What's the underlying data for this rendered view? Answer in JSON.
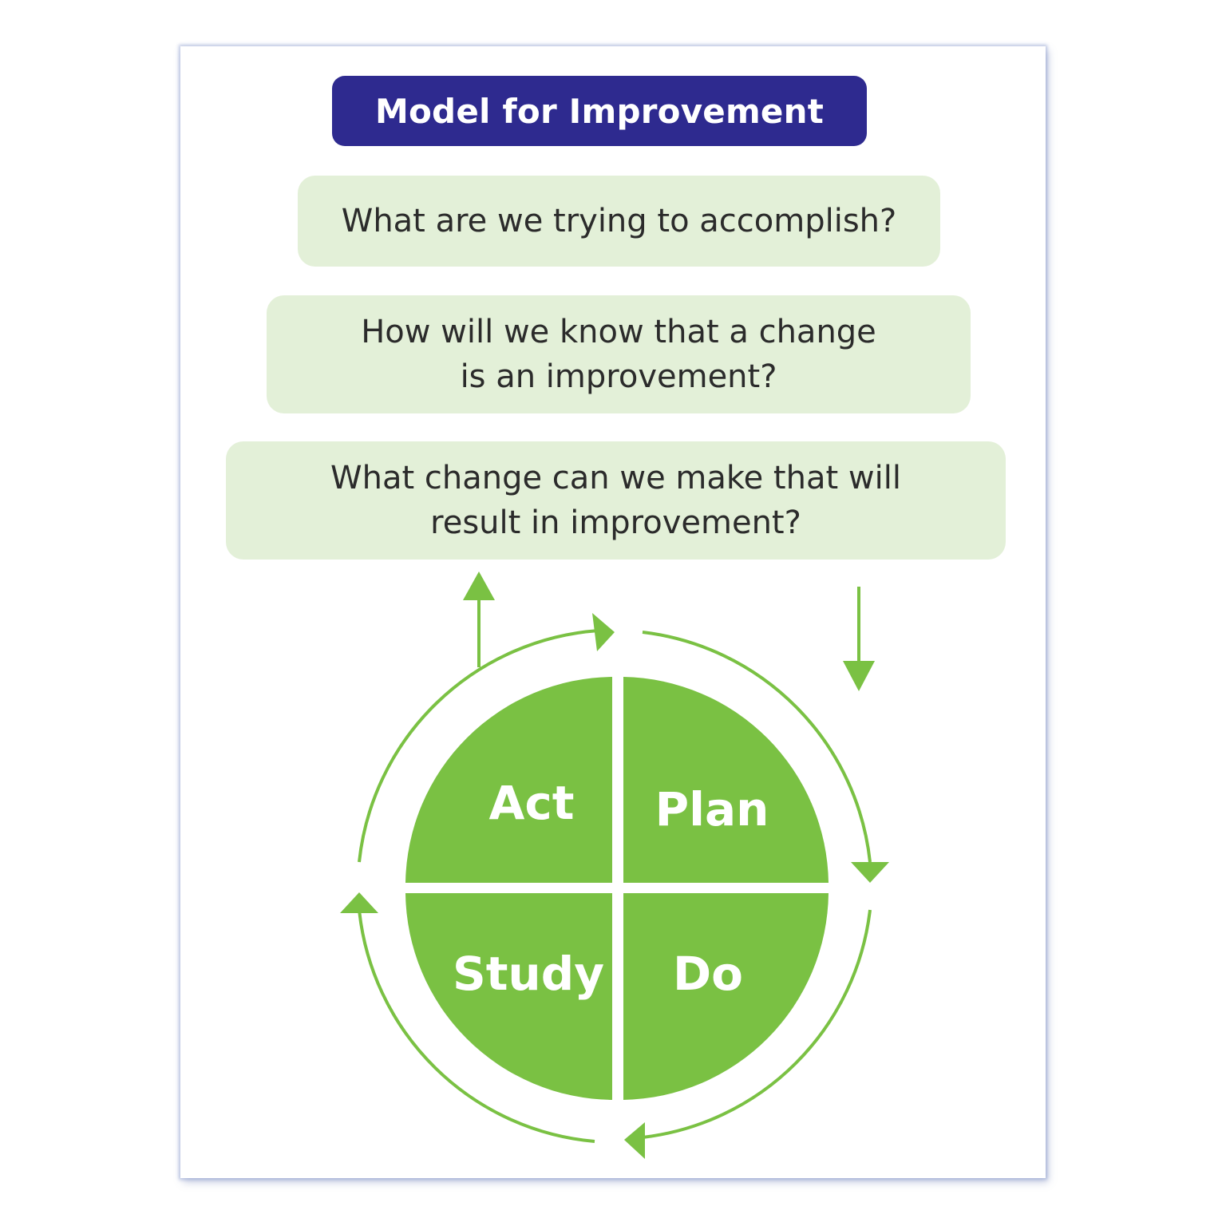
{
  "title": "Model for Improvement",
  "questions": [
    "What are we trying to accomplish?",
    "How will we know that a change\nis an improvement?",
    "What change can we make that will\nresult in improvement?"
  ],
  "cycle": {
    "act": "Act",
    "plan": "Plan",
    "study": "Study",
    "do": "Do"
  },
  "colors": {
    "title_bg": "#2e2a8f",
    "question_bg": "#e3f0d8",
    "cycle_green": "#7ac143"
  }
}
